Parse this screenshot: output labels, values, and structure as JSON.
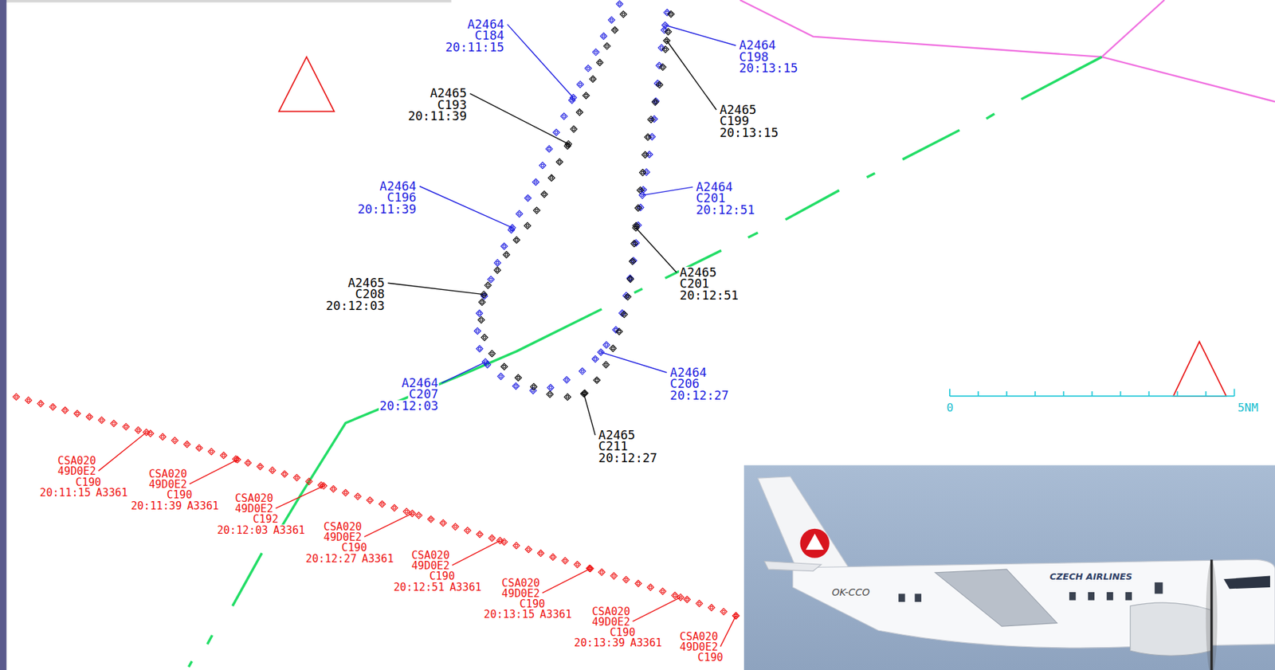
{
  "diagram": {
    "labels": [
      "A2464",
      "C184",
      "20:11:15",
      "A2465",
      "C193",
      "20:11:39",
      "A2464",
      "C196",
      "20:11:39",
      "A2465",
      "C208",
      "20:12:03",
      "A2464",
      "C207",
      "20:12:03",
      "A2464",
      "C198",
      "20:13:15",
      "A2465",
      "C199",
      "20:13:15",
      "A2464",
      "C201",
      "20:12:51",
      "A2465",
      "C201",
      "20:12:51",
      "A2464",
      "C206",
      "20:12:27",
      "A2465",
      "C211",
      "20:12:27",
      "CSA020",
      "49D0E2",
      "C190",
      "20:11:15",
      "A3361",
      "CSA020",
      "49D0E2",
      "C190",
      "20:11:39",
      "A3361",
      "CSA020",
      "49D0E2",
      "C192",
      "20:12:03",
      "A3361",
      "CSA020",
      "49D0E2",
      "C190",
      "20:12:27",
      "A3361",
      "CSA020",
      "49D0E2",
      "C190",
      "20:12:51",
      "A3361",
      "CSA020",
      "49D0E2",
      "C190",
      "20:13:15",
      "A3361",
      "CSA020",
      "49D0E2",
      "C190",
      "20:13:39",
      "A3361",
      "CSA020",
      "49D0E2",
      "C190",
      "0",
      "5NM",
      "CZECH AIRLINES",
      "OK-CCO"
    ]
  }
}
